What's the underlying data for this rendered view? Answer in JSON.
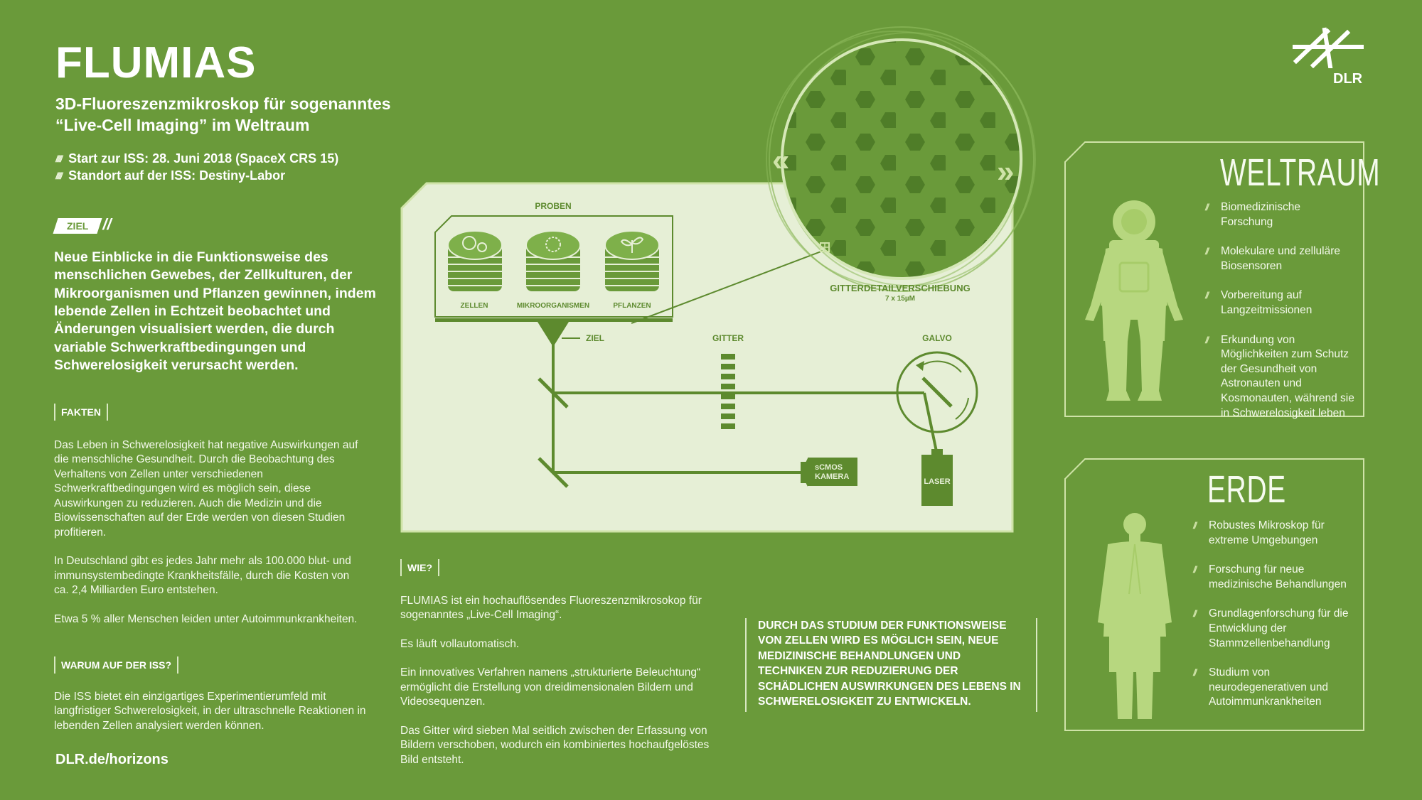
{
  "header": {
    "title": "FLUMIAS",
    "subtitle_line1": "3D-Fluoreszenzmikroskop für sogenanntes",
    "subtitle_line2": "“Live-Cell Imaging” im Weltraum",
    "launch": "Start zur ISS: 28. Juni 2018 (SpaceX CRS 15)",
    "location": "Standort auf der ISS: Destiny-Labor"
  },
  "logo": {
    "text": "DLR"
  },
  "goal": {
    "tag": "ZIEL",
    "lead": "Neue Einblicke in die Funktionsweise des menschlichen Gewebes, der Zellkulturen, der Mikroorganismen und Pflanzen gewinnen, indem lebende Zellen in Echtzeit beobachtet und Änderungen visualisiert werden, die durch variable Schwerkraftbedingungen und Schwerelosigkeit verursacht werden."
  },
  "facts": {
    "heading": "FAKTEN",
    "p1": "Das Leben in Schwerelosigkeit hat negative Auswirkungen auf die menschliche Gesundheit. Durch die Beobachtung des Verhaltens von Zellen unter verschiedenen Schwerkraftbedingungen wird es möglich sein, diese Auswirkungen zu reduzieren. Auch die Medizin und die Biowissenschaften auf der Erde werden von diesen Studien profitieren.",
    "p2": "In Deutschland gibt es jedes Jahr mehr als 100.000 blut- und immunsystembedingte Krankheitsfälle, durch die Kosten von ca. 2,4 Milliarden Euro entstehen.",
    "p3": "Etwa 5 % aller Menschen leiden unter Autoimmunkrankheiten."
  },
  "why_iss": {
    "heading": "WARUM AUF DER ISS?",
    "text": "Die ISS bietet ein einzigartiges Experimentierumfeld mit langfristiger Schwerelosigkeit, in der ultraschnelle Reaktionen in lebenden Zellen analysiert werden können."
  },
  "footer": {
    "link": "DLR.de/horizons"
  },
  "how": {
    "heading": "WIE?",
    "p1": "FLUMIAS ist ein hochauflösendes Fluoreszenzmikrosokop für sogenanntes „Live-Cell Imaging“.",
    "p2": "Es läuft vollautomatisch.",
    "p3": "Ein innovatives Verfahren namens „strukturierte Beleuchtung“ ermöglicht die Erstellung von dreidimensionalen Bildern und Videosequenzen.",
    "p4": "Das Gitter wird sieben Mal seitlich zwischen der Erfassung von Bildern verschoben, wodurch ein kombiniertes hochaufgelöstes Bild entsteht."
  },
  "quote": "DURCH DAS STUDIUM DER FUNKTIONSWEISE VON ZELLEN WIRD ES MÖGLICH SEIN, NEUE MEDIZINISCHE BEHANDLUNGEN UND TECHNIKEN ZUR REDUZIERUNG DER SCHÄDLICHEN AUSWIRKUNGEN DES LEBENS IN SCHWERELOSIGKEIT ZU ENTWICKELN.",
  "diagram": {
    "samples_label": "PROBEN",
    "sample_cells": "ZELLEN",
    "sample_micro": "MIKROORGANISMEN",
    "sample_plants": "PFLANZEN",
    "objective": "ZIEL",
    "grating": "GITTER",
    "galvo": "GALVO",
    "camera_line1": "sCMOS",
    "camera_line2": "KAMERA",
    "laser": "LASER",
    "grid_shift_title": "GITTERDETAILVERSCHIEBUNG",
    "grid_shift_sub": "7 x 15µM"
  },
  "space": {
    "title": "WELTRAUM",
    "items": [
      "Biomedizinische Forschung",
      "Molekulare und zelluläre Biosensoren",
      "Vorbereitung auf Langzeitmissionen",
      "Erkundung von Möglichkeiten zum Schutz der Gesundheit von Astronauten und Kosmonauten, während sie in Schwerelosigkeit leben"
    ]
  },
  "earth": {
    "title": "ERDE",
    "items": [
      "Robustes Mikroskop für extreme Umgebungen",
      "Forschung für neue medizinische Behandlungen",
      "Grundlagenforschung für die Entwicklung der Stammzellenbehandlung",
      "Studium von neurodegenerativen und Autoimmunkrankheiten"
    ]
  },
  "colors": {
    "background": "#6a9a3a",
    "panel": "#e6efd6",
    "diagram_line": "#5d8a2e",
    "accent_light": "#cfe3a8"
  }
}
